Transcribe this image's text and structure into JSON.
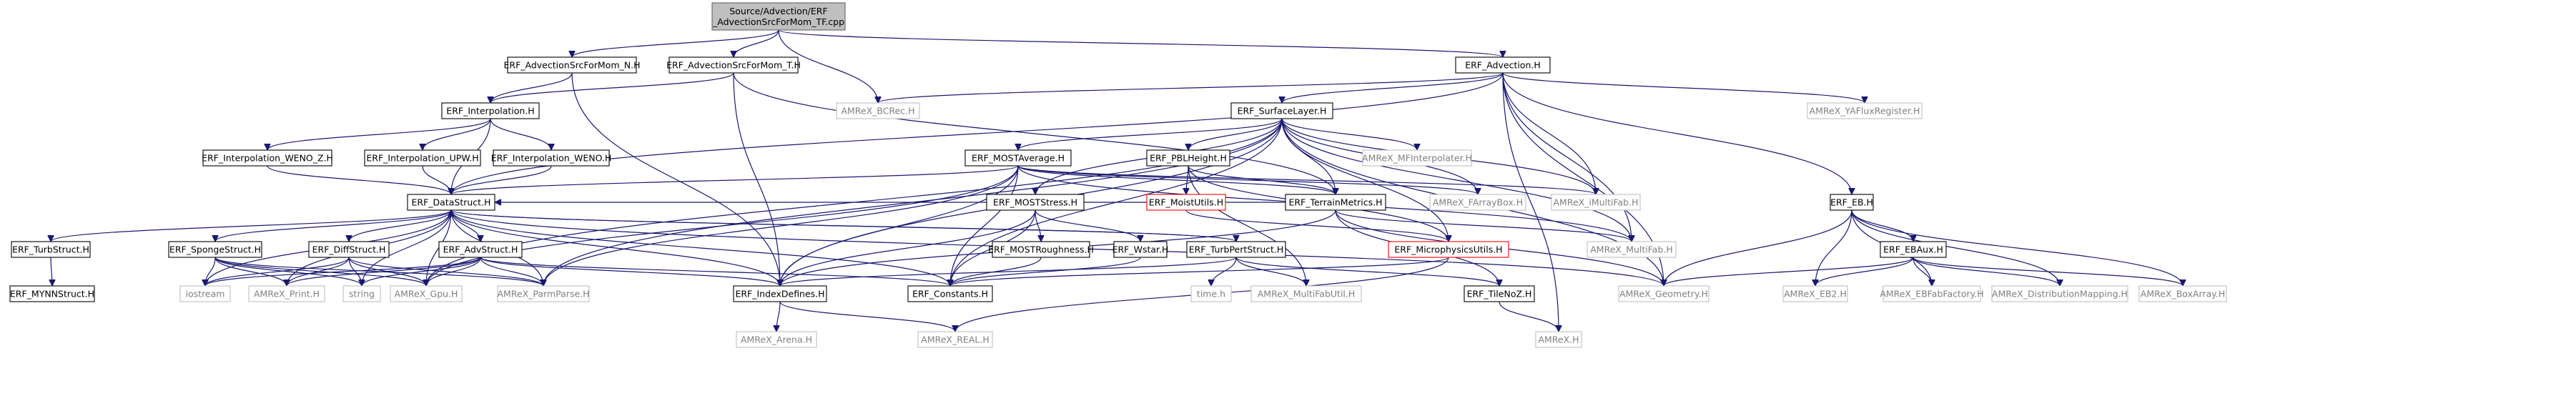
{
  "graph": {
    "nodes": [
      {
        "id": "root",
        "lines": [
          "Source/Advection/ERF",
          "_AdvectionSrcForMom_TF.cpp"
        ],
        "kind": "root"
      },
      {
        "id": "src_n",
        "lines": [
          "ERF_AdvectionSrcForMom_N.H"
        ],
        "kind": "documented"
      },
      {
        "id": "src_t",
        "lines": [
          "ERF_AdvectionSrcForMom_T.H"
        ],
        "kind": "documented"
      },
      {
        "id": "bcrec",
        "lines": [
          "AMReX_BCRec.H"
        ],
        "kind": "external"
      },
      {
        "id": "adv",
        "lines": [
          "ERF_Advection.H"
        ],
        "kind": "documented"
      },
      {
        "id": "interp",
        "lines": [
          "ERF_Interpolation.H"
        ],
        "kind": "documented"
      },
      {
        "id": "yaflux",
        "lines": [
          "AMReX_YAFluxRegister.H"
        ],
        "kind": "external"
      },
      {
        "id": "surf",
        "lines": [
          "ERF_SurfaceLayer.H"
        ],
        "kind": "documented"
      },
      {
        "id": "wenoz",
        "lines": [
          "ERF_Interpolation_WENO_Z.H"
        ],
        "kind": "documented"
      },
      {
        "id": "upw",
        "lines": [
          "ERF_Interpolation_UPW.H"
        ],
        "kind": "documented"
      },
      {
        "id": "weno",
        "lines": [
          "ERF_Interpolation_WENO.H"
        ],
        "kind": "documented"
      },
      {
        "id": "mostavg",
        "lines": [
          "ERF_MOSTAverage.H"
        ],
        "kind": "documented"
      },
      {
        "id": "pbl",
        "lines": [
          "ERF_PBLHeight.H"
        ],
        "kind": "documented"
      },
      {
        "id": "mfinterp",
        "lines": [
          "AMReX_MFInterpolater.H"
        ],
        "kind": "external"
      },
      {
        "id": "datastruct",
        "lines": [
          "ERF_DataStruct.H"
        ],
        "kind": "documented"
      },
      {
        "id": "moststress",
        "lines": [
          "ERF_MOSTStress.H"
        ],
        "kind": "documented"
      },
      {
        "id": "moist",
        "lines": [
          "ERF_MoistUtils.H"
        ],
        "kind": "missing"
      },
      {
        "id": "terrain",
        "lines": [
          "ERF_TerrainMetrics.H"
        ],
        "kind": "documented"
      },
      {
        "id": "farray",
        "lines": [
          "AMReX_FArrayBox.H"
        ],
        "kind": "external"
      },
      {
        "id": "imulti",
        "lines": [
          "AMReX_iMultiFab.H"
        ],
        "kind": "external"
      },
      {
        "id": "eb",
        "lines": [
          "ERF_EB.H"
        ],
        "kind": "documented"
      },
      {
        "id": "turb",
        "lines": [
          "ERF_TurbStruct.H"
        ],
        "kind": "documented"
      },
      {
        "id": "sponge",
        "lines": [
          "ERF_SpongeStruct.H"
        ],
        "kind": "documented"
      },
      {
        "id": "diff",
        "lines": [
          "ERF_DiffStruct.H"
        ],
        "kind": "documented"
      },
      {
        "id": "advstruct",
        "lines": [
          "ERF_AdvStruct.H"
        ],
        "kind": "documented"
      },
      {
        "id": "mostrough",
        "lines": [
          "ERF_MOSTRoughness.H"
        ],
        "kind": "documented"
      },
      {
        "id": "wstar",
        "lines": [
          "ERF_Wstar.H"
        ],
        "kind": "documented"
      },
      {
        "id": "turbpert",
        "lines": [
          "ERF_TurbPertStruct.H"
        ],
        "kind": "documented"
      },
      {
        "id": "micro",
        "lines": [
          "ERF_MicrophysicsUtils.H"
        ],
        "kind": "missing"
      },
      {
        "id": "multifab",
        "lines": [
          "AMReX_MultiFab.H"
        ],
        "kind": "external"
      },
      {
        "id": "ebaux",
        "lines": [
          "ERF_EBAux.H"
        ],
        "kind": "documented"
      },
      {
        "id": "mynn",
        "lines": [
          "ERF_MYNNStruct.H"
        ],
        "kind": "documented"
      },
      {
        "id": "iostream",
        "lines": [
          "iostream"
        ],
        "kind": "external"
      },
      {
        "id": "print",
        "lines": [
          "AMReX_Print.H"
        ],
        "kind": "external"
      },
      {
        "id": "string",
        "lines": [
          "string"
        ],
        "kind": "external"
      },
      {
        "id": "gpu",
        "lines": [
          "AMReX_Gpu.H"
        ],
        "kind": "external"
      },
      {
        "id": "parmparse",
        "lines": [
          "AMReX_ParmParse.H"
        ],
        "kind": "external"
      },
      {
        "id": "indexdef",
        "lines": [
          "ERF_IndexDefines.H"
        ],
        "kind": "documented"
      },
      {
        "id": "constants",
        "lines": [
          "ERF_Constants.H"
        ],
        "kind": "documented"
      },
      {
        "id": "timeh",
        "lines": [
          "time.h"
        ],
        "kind": "external"
      },
      {
        "id": "mfutil",
        "lines": [
          "AMReX_MultiFabUtil.H"
        ],
        "kind": "external"
      },
      {
        "id": "tilenoz",
        "lines": [
          "ERF_TileNoZ.H"
        ],
        "kind": "documented"
      },
      {
        "id": "geometry",
        "lines": [
          "AMReX_Geometry.H"
        ],
        "kind": "external"
      },
      {
        "id": "eb2",
        "lines": [
          "AMReX_EB2.H"
        ],
        "kind": "external"
      },
      {
        "id": "ebfab",
        "lines": [
          "AMReX_EBFabFactory.H"
        ],
        "kind": "external"
      },
      {
        "id": "distmap",
        "lines": [
          "AMReX_DistributionMapping.H"
        ],
        "kind": "external"
      },
      {
        "id": "boxarray",
        "lines": [
          "AMReX_BoxArray.H"
        ],
        "kind": "external"
      },
      {
        "id": "arena",
        "lines": [
          "AMReX_Arena.H"
        ],
        "kind": "external"
      },
      {
        "id": "real",
        "lines": [
          "AMReX_REAL.H"
        ],
        "kind": "external"
      },
      {
        "id": "amrexh",
        "lines": [
          "AMReX.H"
        ],
        "kind": "external"
      }
    ],
    "edges": [
      [
        "root",
        "src_n"
      ],
      [
        "root",
        "src_t"
      ],
      [
        "root",
        "bcrec"
      ],
      [
        "root",
        "adv"
      ],
      [
        "src_n",
        "interp"
      ],
      [
        "src_n",
        "indexdef"
      ],
      [
        "src_t",
        "interp"
      ],
      [
        "src_t",
        "indexdef"
      ],
      [
        "src_t",
        "terrain"
      ],
      [
        "adv",
        "bcrec"
      ],
      [
        "adv",
        "yaflux"
      ],
      [
        "adv",
        "surf"
      ],
      [
        "adv",
        "datastruct"
      ],
      [
        "adv",
        "imulti"
      ],
      [
        "adv",
        "multifab"
      ],
      [
        "adv",
        "geometry"
      ],
      [
        "adv",
        "amrexh"
      ],
      [
        "adv",
        "eb"
      ],
      [
        "interp",
        "wenoz"
      ],
      [
        "interp",
        "upw"
      ],
      [
        "interp",
        "weno"
      ],
      [
        "interp",
        "datastruct"
      ],
      [
        "wenoz",
        "datastruct"
      ],
      [
        "upw",
        "datastruct"
      ],
      [
        "weno",
        "datastruct"
      ],
      [
        "surf",
        "mostavg"
      ],
      [
        "surf",
        "pbl"
      ],
      [
        "surf",
        "mfinterp"
      ],
      [
        "surf",
        "moststress"
      ],
      [
        "surf",
        "terrain"
      ],
      [
        "surf",
        "farray"
      ],
      [
        "surf",
        "imulti"
      ],
      [
        "surf",
        "multifab"
      ],
      [
        "surf",
        "indexdef"
      ],
      [
        "surf",
        "constants"
      ],
      [
        "surf",
        "micro"
      ],
      [
        "surf",
        "geometry"
      ],
      [
        "surf",
        "gpu"
      ],
      [
        "surf",
        "parmparse"
      ],
      [
        "mostavg",
        "datastruct"
      ],
      [
        "mostavg",
        "terrain"
      ],
      [
        "mostavg",
        "farray"
      ],
      [
        "mostavg",
        "imulti"
      ],
      [
        "mostavg",
        "multifab"
      ],
      [
        "mostavg",
        "indexdef"
      ],
      [
        "mostavg",
        "constants"
      ],
      [
        "mostavg",
        "parmparse"
      ],
      [
        "mostavg",
        "gpu"
      ],
      [
        "pbl",
        "moist"
      ],
      [
        "pbl",
        "micro"
      ],
      [
        "pbl",
        "mfutil"
      ],
      [
        "pbl",
        "terrain"
      ],
      [
        "moist",
        "micro"
      ],
      [
        "moststress",
        "mostrough"
      ],
      [
        "moststress",
        "wstar"
      ],
      [
        "moststress",
        "indexdef"
      ],
      [
        "moststress",
        "constants"
      ],
      [
        "terrain",
        "multifab"
      ],
      [
        "terrain",
        "geometry"
      ],
      [
        "terrain",
        "tilenoz"
      ],
      [
        "terrain",
        "indexdef"
      ],
      [
        "terrain",
        "datastruct"
      ],
      [
        "datastruct",
        "turb"
      ],
      [
        "datastruct",
        "sponge"
      ],
      [
        "datastruct",
        "diff"
      ],
      [
        "datastruct",
        "advstruct"
      ],
      [
        "datastruct",
        "turbpert"
      ],
      [
        "datastruct",
        "indexdef"
      ],
      [
        "datastruct",
        "constants"
      ],
      [
        "datastruct",
        "geometry"
      ],
      [
        "datastruct",
        "iostream"
      ],
      [
        "datastruct",
        "string"
      ],
      [
        "datastruct",
        "print"
      ],
      [
        "datastruct",
        "gpu"
      ],
      [
        "datastruct",
        "parmparse"
      ],
      [
        "turb",
        "mynn"
      ],
      [
        "sponge",
        "iostream"
      ],
      [
        "sponge",
        "print"
      ],
      [
        "sponge",
        "string"
      ],
      [
        "sponge",
        "gpu"
      ],
      [
        "sponge",
        "parmparse"
      ],
      [
        "diff",
        "iostream"
      ],
      [
        "diff",
        "print"
      ],
      [
        "diff",
        "string"
      ],
      [
        "diff",
        "gpu"
      ],
      [
        "diff",
        "parmparse"
      ],
      [
        "advstruct",
        "iostream"
      ],
      [
        "advstruct",
        "print"
      ],
      [
        "advstruct",
        "string"
      ],
      [
        "advstruct",
        "gpu"
      ],
      [
        "advstruct",
        "parmparse"
      ],
      [
        "advstruct",
        "indexdef"
      ],
      [
        "advstruct",
        "constants"
      ],
      [
        "turbpert",
        "timeh"
      ],
      [
        "turbpert",
        "mfutil"
      ],
      [
        "turbpert",
        "tilenoz"
      ],
      [
        "turbpert",
        "indexdef"
      ],
      [
        "turbpert",
        "datastruct"
      ],
      [
        "wstar",
        "constants"
      ],
      [
        "mostrough",
        "constants"
      ],
      [
        "micro",
        "constants"
      ],
      [
        "micro",
        "real"
      ],
      [
        "indexdef",
        "arena"
      ],
      [
        "indexdef",
        "real"
      ],
      [
        "tilenoz",
        "amrexh"
      ],
      [
        "eb",
        "ebaux"
      ],
      [
        "eb",
        "geometry"
      ],
      [
        "eb",
        "eb2"
      ],
      [
        "eb",
        "ebfab"
      ],
      [
        "eb",
        "distmap"
      ],
      [
        "eb",
        "boxarray"
      ],
      [
        "ebaux",
        "geometry"
      ],
      [
        "ebaux",
        "eb2"
      ],
      [
        "ebaux",
        "ebfab"
      ],
      [
        "ebaux",
        "distmap"
      ],
      [
        "ebaux",
        "boxarray"
      ]
    ]
  }
}
